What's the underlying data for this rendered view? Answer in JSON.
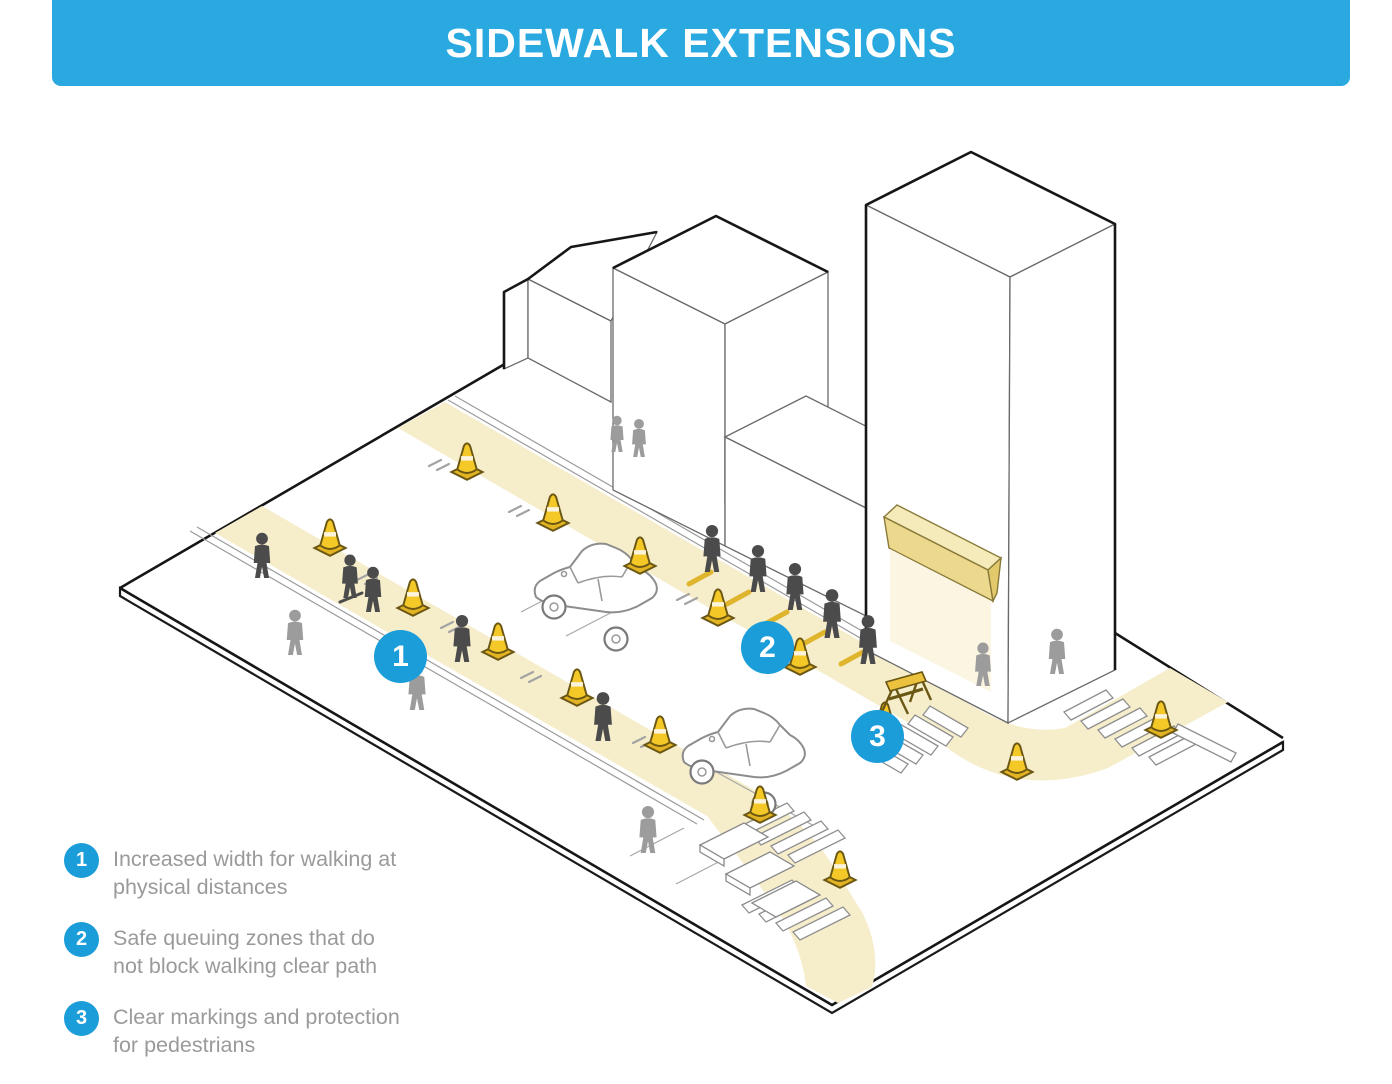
{
  "header": {
    "title": "SIDEWALK EXTENSIONS"
  },
  "legend": {
    "items": [
      {
        "number": "1",
        "lines": [
          "Increased width for walking at",
          "physical distances"
        ]
      },
      {
        "number": "2",
        "lines": [
          "Safe queuing zones that do",
          "not block walking clear path"
        ]
      },
      {
        "number": "3",
        "lines": [
          "Clear markings and protection",
          "for pedestrians"
        ]
      }
    ]
  },
  "diagram": {
    "markers": [
      {
        "number": "1"
      },
      {
        "number": "2"
      },
      {
        "number": "3"
      }
    ],
    "colors": {
      "banner_blue": "#29A9E0",
      "badge_blue": "#1B9DDA",
      "path_yellow": "#F6EDCB",
      "cone_yellow": "#F4C827",
      "awning_yellow": "#EDD98D",
      "person_dark": "#4B4B4B",
      "person_gray": "#9C9C9C",
      "legend_text": "#9A9A9A",
      "outline_dark": "#161616"
    },
    "scene": {
      "description": "Isometric street block illustrating sidewalk extensions",
      "elements": [
        "ground-block",
        "house",
        "mid-rise-building",
        "low-wing",
        "tower-with-awning",
        "sidewalk-extension-paths",
        "crosswalk-stripes",
        "corner-curb-extensions",
        "two-cars",
        "pedestrians",
        "queue-of-pedestrians",
        "traffic-cones",
        "queue-spacing-marks",
        "pavement-t-markers",
        "barricade",
        "parking-lane-lines"
      ]
    }
  }
}
